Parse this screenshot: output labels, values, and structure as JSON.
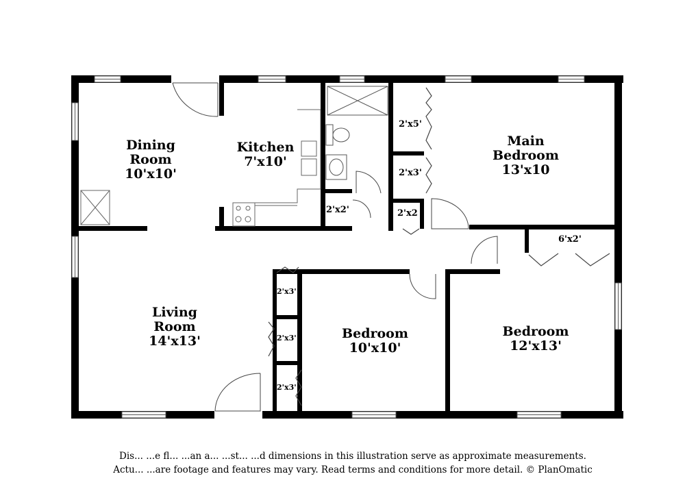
{
  "rooms": {
    "dining": {
      "name": "Dining",
      "name2": "Room",
      "size": "10'x10'"
    },
    "kitchen": {
      "name": "Kitchen",
      "size": "7'x10'"
    },
    "main_bedroom": {
      "name": "Main",
      "name2": "Bedroom",
      "size": "13'x10"
    },
    "living": {
      "name": "Living",
      "name2": "Room",
      "size": "14'x13'"
    },
    "bedroom_center": {
      "name": "Bedroom",
      "size": "10'x10'"
    },
    "bedroom_right": {
      "name": "Bedroom",
      "size": "12'x13'"
    }
  },
  "closets": {
    "c_2x5": "2'x5'",
    "c_2x3_upper": "2'x3'",
    "c_2x2_bath": "2'x2'",
    "c_2x2_hall": "2'x2",
    "c_6x2": "6'x2'",
    "c_2x3_a": "2'x3'",
    "c_2x3_b": "2'x3'",
    "c_2x3_c": "2'x3'"
  },
  "disclaimer": {
    "line1": "Dis... ...e fl... ...an a... ...st... ...d dimensions in this illustration serve as approximate measurements.",
    "line2": "Actu... ...are footage and features may vary. Read terms and conditions for more detail. © PlanOmatic"
  }
}
